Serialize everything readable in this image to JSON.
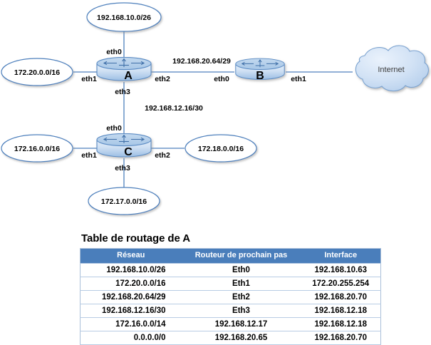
{
  "diagram": {
    "routers": [
      {
        "id": "A",
        "label": "A"
      },
      {
        "id": "B",
        "label": "B"
      },
      {
        "id": "C",
        "label": "C"
      }
    ],
    "cloud": {
      "label": "Internet"
    },
    "networks": [
      {
        "id": "net-a-top",
        "label": "192.168.10.0/26"
      },
      {
        "id": "net-a-left",
        "label": "172.20.0.0/16"
      },
      {
        "id": "net-c-left",
        "label": "172.16.0.0/16"
      },
      {
        "id": "net-c-right",
        "label": "172.18.0.0/16"
      },
      {
        "id": "net-c-bottom",
        "label": "172.17.0.0/16"
      }
    ],
    "link_labels": [
      {
        "id": "link-ab",
        "label": "192.168.20.64/29"
      },
      {
        "id": "link-ac",
        "label": "192.168.12.16/30"
      }
    ],
    "interfaces": {
      "a_eth0": "eth0",
      "a_eth1": "eth1",
      "a_eth2": "eth2",
      "a_eth3": "eth3",
      "b_eth0": "eth0",
      "b_eth1": "eth1",
      "c_eth0": "eth0",
      "c_eth1": "eth1",
      "c_eth2": "eth2",
      "c_eth3": "eth3"
    }
  },
  "routing_table": {
    "title": "Table de routage de A",
    "columns": [
      "Réseau",
      "Routeur de prochain pas",
      "Interface"
    ],
    "rows": [
      [
        "192.168.10.0/26",
        "Eth0",
        "192.168.10.63"
      ],
      [
        "172.20.0.0/16",
        "Eth1",
        "172.20.255.254"
      ],
      [
        "192.168.20.64/29",
        "Eth2",
        "192.168.20.70"
      ],
      [
        "192.168.12.16/30",
        "Eth3",
        "192.168.12.18"
      ],
      [
        "172.16.0.0/14",
        "192.168.12.17",
        "192.168.12.18"
      ],
      [
        "0.0.0.0/0",
        "192.168.20.65",
        "192.168.20.70"
      ]
    ]
  },
  "colors": {
    "header_blue": "#4a7ebb",
    "line_blue": "#4f81bd",
    "router_fill": "#b8cfe8",
    "cloud_fill": "#cfe0f3"
  }
}
